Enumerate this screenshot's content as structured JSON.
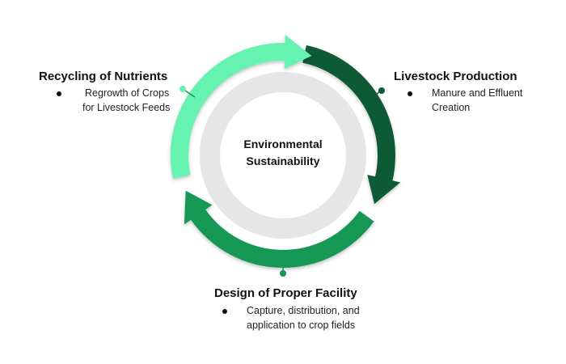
{
  "center": {
    "line1": "Environmental",
    "line2": "Sustainability"
  },
  "stages": [
    {
      "title": "Recycling of Nutrients",
      "bullet_line1": "Regrowth of Crops",
      "bullet_line2": "for Livestock Feeds"
    },
    {
      "title": "Livestock Production",
      "bullet_line1": "Manure and Effluent",
      "bullet_line2": "Creation"
    },
    {
      "title": "Design of Proper Facility",
      "bullet_line1": "Capture, distribution, and",
      "bullet_line2": "application to crop fields"
    }
  ],
  "colors": {
    "light_green": "#66f2b0",
    "dark_green": "#0d5a35",
    "mid_green": "#129855",
    "inner_ring": "#e6e6e6",
    "inner_disc": "#ffffff"
  },
  "icons": {
    "arrow_head": "triangle-arrow",
    "connector_dot": "circle"
  }
}
